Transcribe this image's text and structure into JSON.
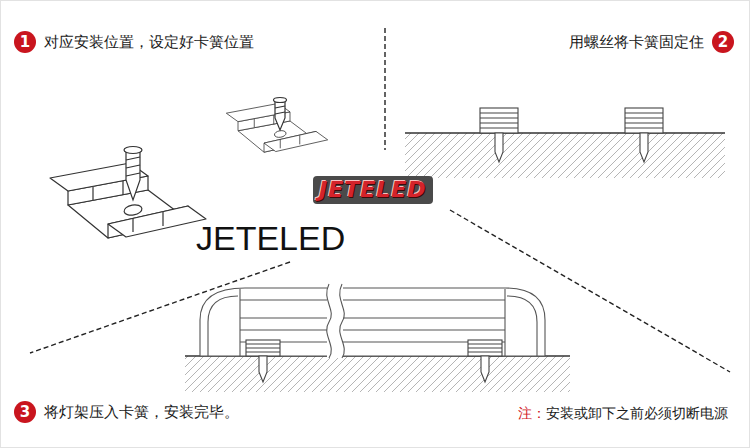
{
  "diagram": {
    "nodes": [
      {
        "text": [
          "1"
        ]
      },
      {
        "text": [
          "2"
        ]
      },
      {
        "text": [
          "3"
        ]
      }
    ],
    "labels": [
      "对应安装位置，设定好卡簧位置",
      "用螺丝将卡簧固定住",
      "JETELED",
      "JETELED",
      "将灯架压入卡簧，安装完毕。",
      "注：",
      "安装或卸下之前必须切断电源"
    ]
  }
}
